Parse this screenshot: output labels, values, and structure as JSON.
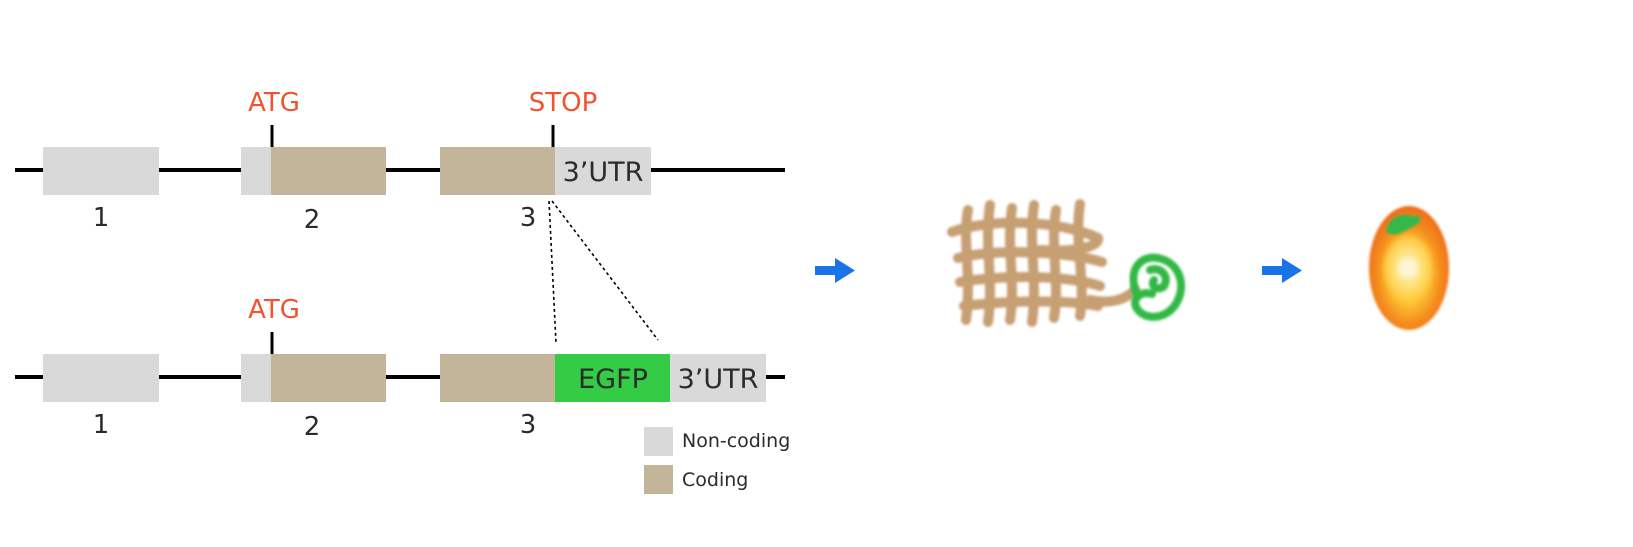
{
  "colors": {
    "non_coding": "#d9d9d9",
    "coding": "#c2b59a",
    "egfp": "#33cc44",
    "marker": "#f0532d",
    "arrow": "#1a73e8",
    "line": "#000000"
  },
  "top_gene": {
    "start_label": "ATG",
    "stop_label": "STOP",
    "utr_label": "3’UTR",
    "exons": [
      "1",
      "2",
      "3"
    ]
  },
  "bottom_gene": {
    "start_label": "ATG",
    "fusion_label": "EGFP",
    "utr_label": "3’UTR",
    "exons": [
      "1",
      "2",
      "3"
    ]
  },
  "legend": {
    "non_coding": "Non-coding",
    "coding": "Coding"
  },
  "icons": [
    "arrow-right-icon",
    "folded-fusion-protein-icon",
    "fluorescent-cell-icon"
  ]
}
